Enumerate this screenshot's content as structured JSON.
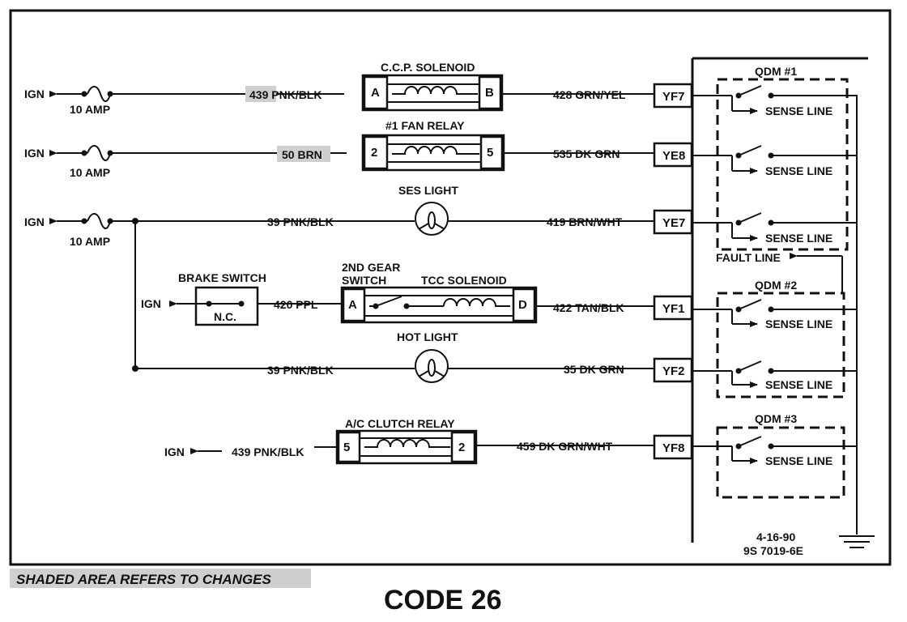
{
  "diagram": {
    "title": "CODE 26",
    "footnote": "SHADED AREA REFERS TO CHANGES",
    "date": "4-16-90",
    "doc_number": "9S 7019-6E",
    "ign": "IGN",
    "fuse": "10 AMP",
    "components": {
      "ccp_solenoid": "C.C.P. SOLENOID",
      "fan_relay": "#1 FAN RELAY",
      "ses_light": "SES LIGHT",
      "brake_switch": "BRAKE SWITCH",
      "brake_nc": "N.C.",
      "gear_switch_line1": "2ND GEAR",
      "gear_switch_line2": "SWITCH",
      "tcc_solenoid": "TCC SOLENOID",
      "hot_light": "HOT LIGHT",
      "ac_clutch_relay": "A/C CLUTCH RELAY"
    },
    "pins": {
      "ccp_a": "A",
      "ccp_b": "B",
      "fan_2": "2",
      "fan_5": "5",
      "tcc_a": "A",
      "tcc_d": "D",
      "ac_5": "5",
      "ac_2": "2"
    },
    "wires": {
      "w439_num": "439",
      "w439_rest": " PNK/BLK",
      "w50": "50 BRN",
      "w39_upper": "39 PNK/BLK",
      "w420": "420 PPL",
      "w39_lower": "39 PNK/BLK",
      "w439_ac": "439 PNK/BLK",
      "w428": "428 GRN/YEL",
      "w535": "535 DK GRN",
      "w419": "419 BRN/WHT",
      "w422": "422 TAN/BLK",
      "w35": "35 DK GRN",
      "w459": "459 DK GRN/WHT"
    },
    "terminals": {
      "yf7": "YF7",
      "ye8": "YE8",
      "ye7": "YE7",
      "yf1": "YF1",
      "yf2": "YF2",
      "yf8": "YF8"
    },
    "qdm": {
      "qdm1": "QDM #1",
      "qdm2": "QDM #2",
      "qdm3": "QDM #3",
      "sense_line": "SENSE LINE",
      "fault_line": "FAULT LINE"
    }
  }
}
